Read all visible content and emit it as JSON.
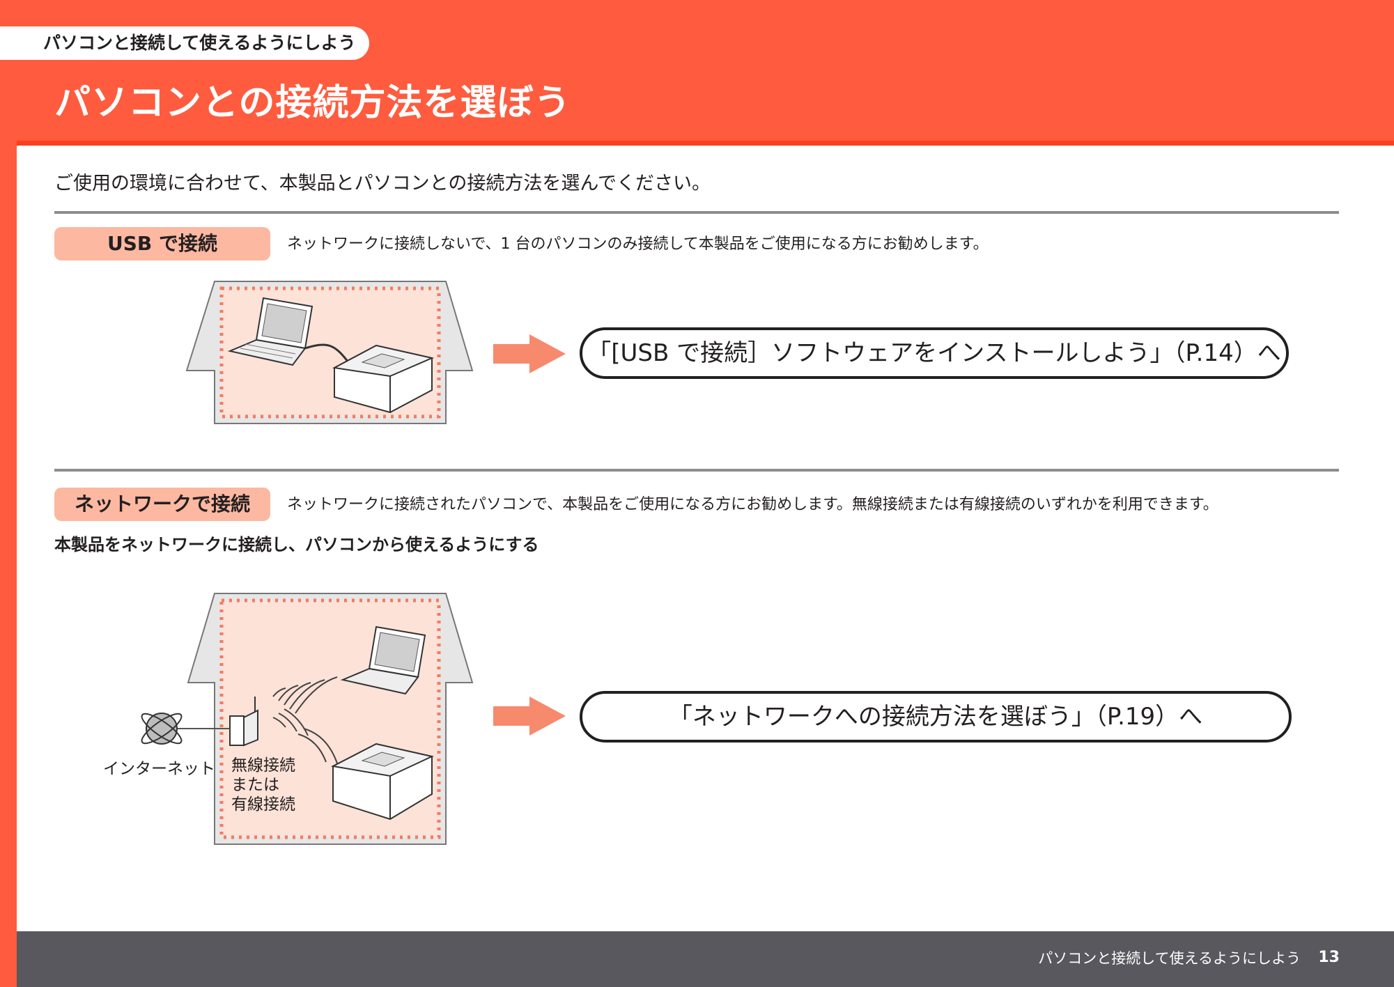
{
  "header": {
    "chapter_tab": "パソコンと接続して使えるようにしよう",
    "title": "パソコンとの接続方法を選ぼう"
  },
  "intro": "ご使用の環境に合わせて、本製品とパソコンとの接続方法を選んでください。",
  "usb_section": {
    "tag": "USB で接続",
    "description": "ネットワークに接続しないで、1 台のパソコンのみ接続して本製品をご使用になる方にお勧めします。",
    "link": "「[USB で接続］ソフトウェアをインストールしよう」（P.14）へ"
  },
  "network_section": {
    "tag": "ネットワークで接続",
    "description": "ネットワークに接続されたパソコンで、本製品をご使用になる方にお勧めします。無線接続または有線接続のいずれかを利用できます。",
    "sub_heading": "本製品をネットワークに接続し、パソコンから使えるようにする",
    "internet_label": "インターネット",
    "connection_label": [
      "無線接続",
      "または",
      "有線接続"
    ],
    "link": "「ネットワークへの接続方法を選ぼう」（P.19）へ"
  },
  "footer": {
    "text": "パソコンと接続して使えるようにしよう",
    "page_number": "13"
  },
  "colors": {
    "header": "#ff5b3e",
    "tag": "#fcb8a1",
    "house_fill": "#fde2d8",
    "dotted_border": "#f47b5f",
    "footer": "#58585e"
  }
}
